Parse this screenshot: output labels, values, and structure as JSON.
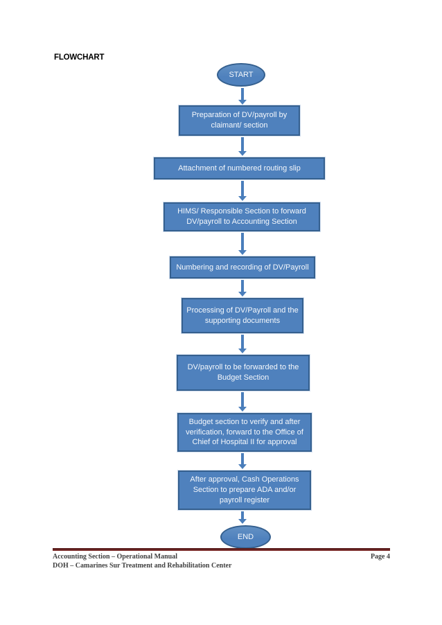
{
  "page": {
    "title": "FLOWCHART"
  },
  "flowchart": {
    "start_label": "START",
    "end_label": "END",
    "steps": [
      "Preparation of DV/payroll by claimant/ section",
      "Attachment of numbered routing slip",
      "HIMS/ Responsible Section to forward DV/payroll to Accounting Section",
      "Numbering and recording of DV/Payroll",
      "Processing of DV/Payroll and the supporting documents",
      "DV/payroll to be forwarded to the Budget Section",
      "Budget section to verify and after verification, forward to the Office of Chief of Hospital II for approval",
      "After approval, Cash Operations Section to prepare ADA and/or payroll register"
    ]
  },
  "footer": {
    "line1": "Accounting Section – Operational Manual",
    "line2": "DOH – Camarines Sur Treatment and Rehabilitation Center",
    "page_label": "Page 4"
  },
  "colors": {
    "node-fill": "#4f81bd",
    "node-border": "#35608f",
    "node-text": "#f5f8fc",
    "arrow": "#4a7ebb",
    "footer-rule-dark": "#5c1f1e",
    "footer-rule-light": "#8c3331",
    "footer-text": "#3f3f3f"
  }
}
